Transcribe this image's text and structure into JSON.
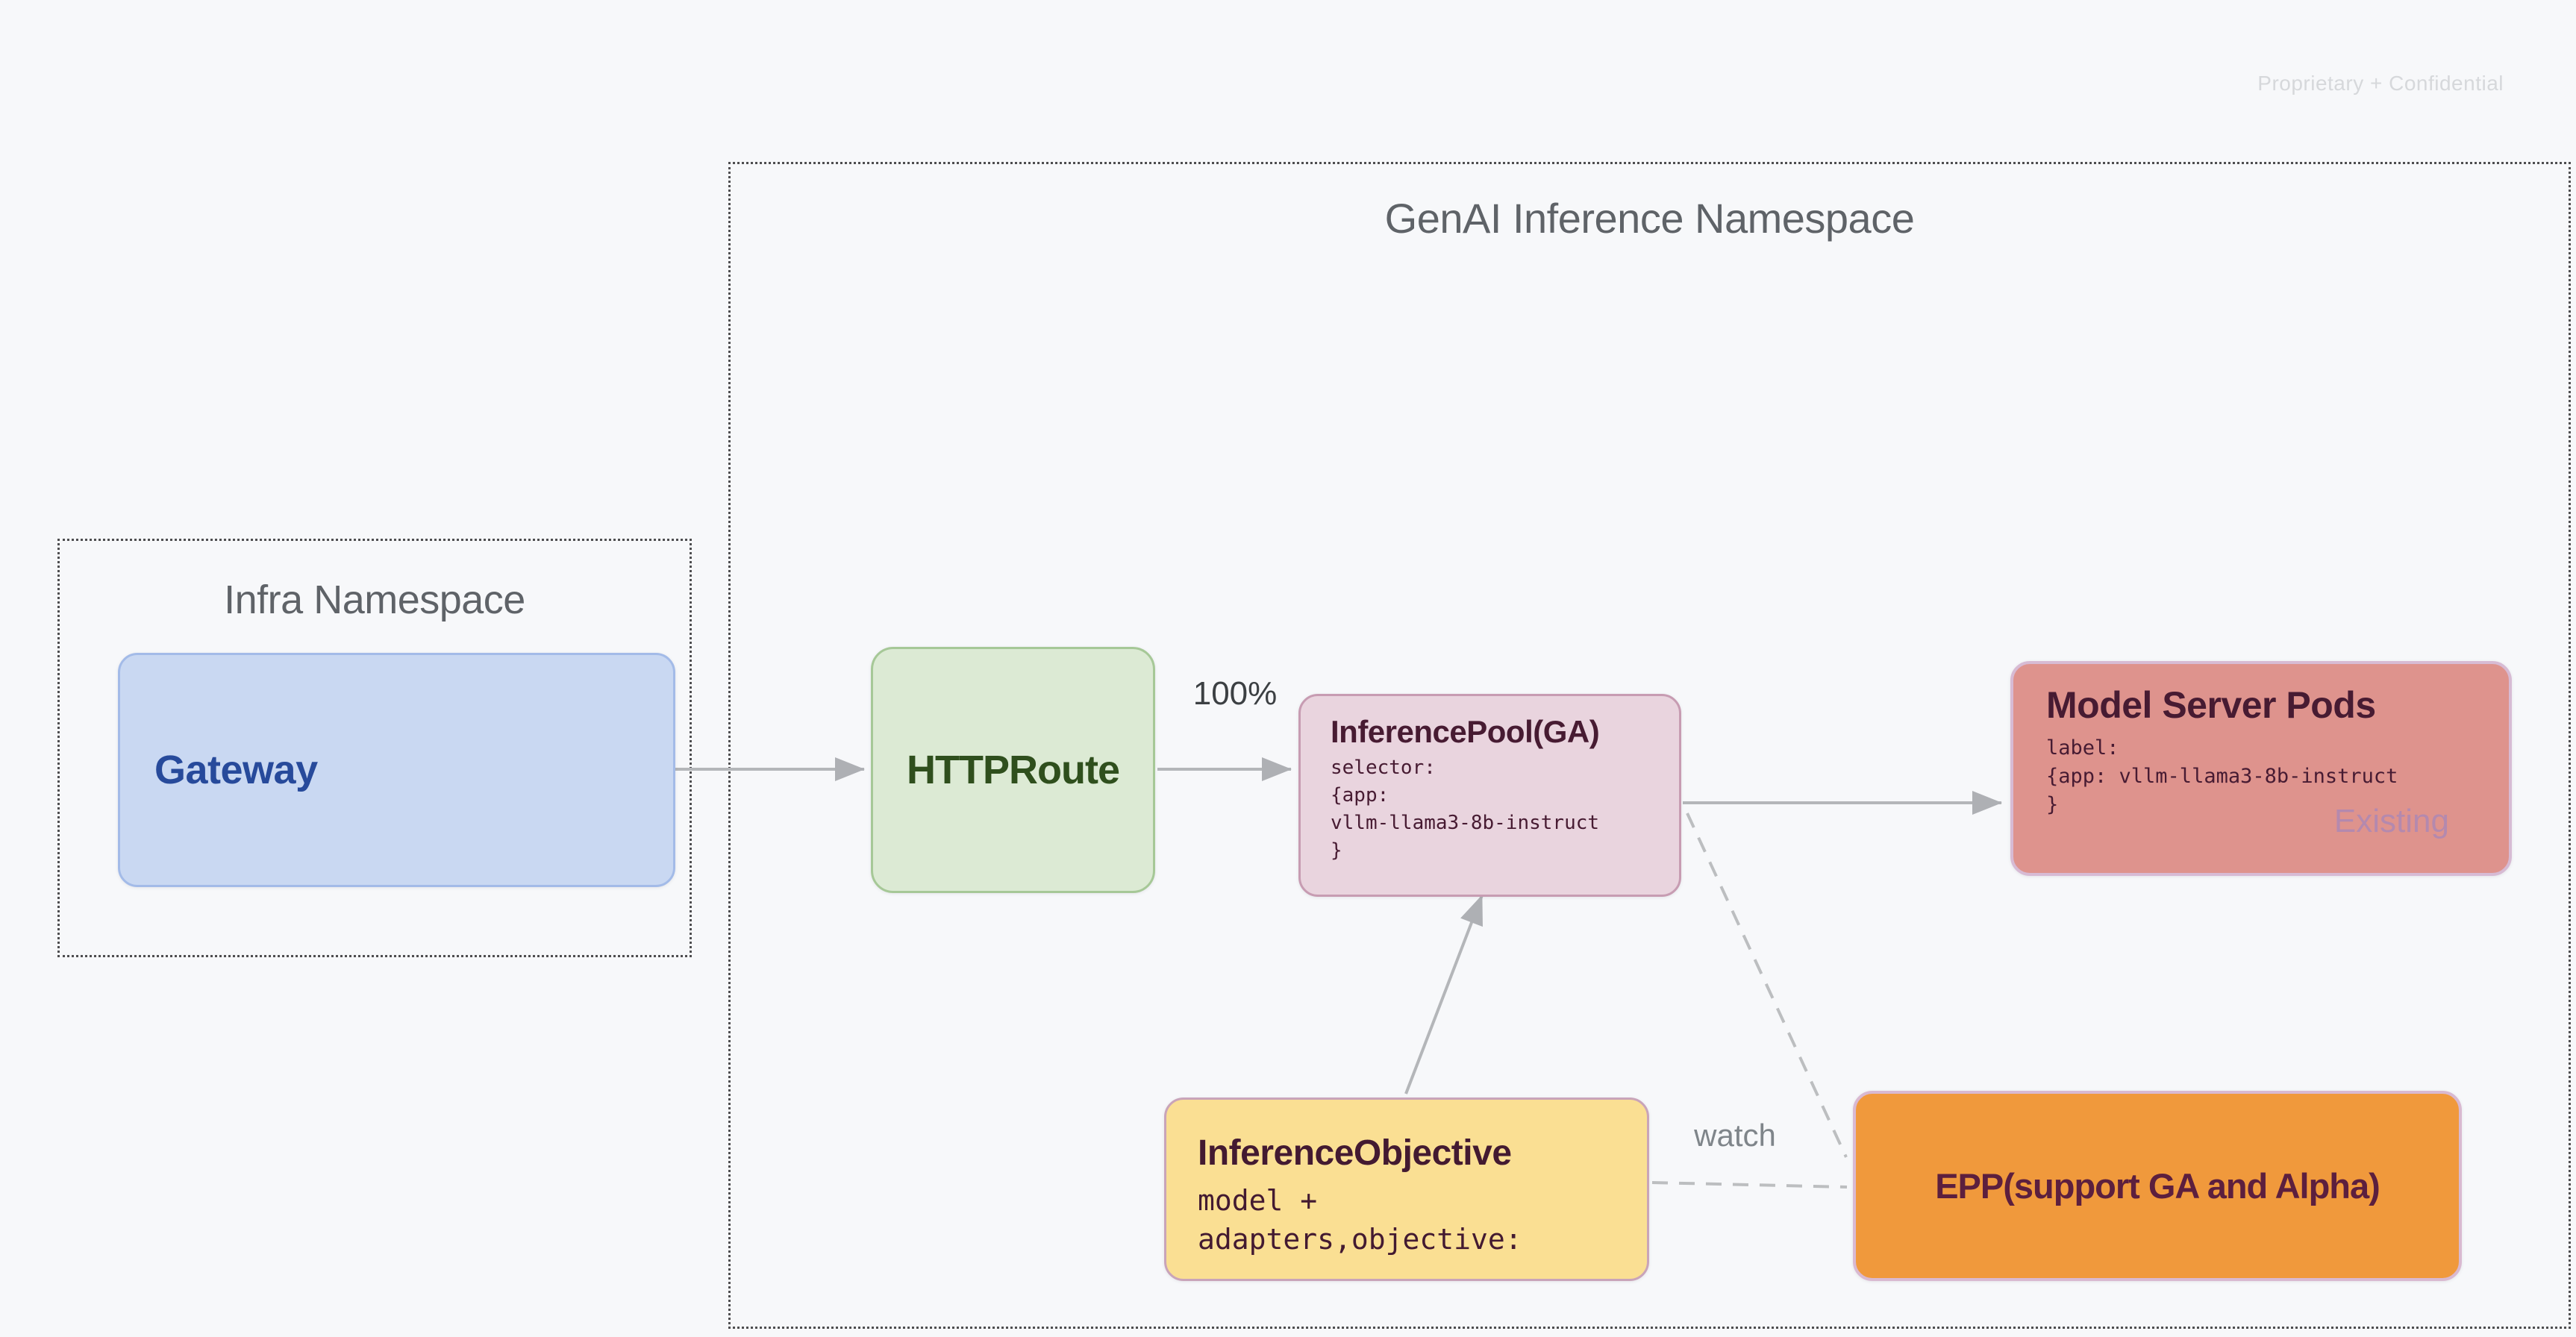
{
  "watermark": "Proprietary + Confidential",
  "genai_namespace": {
    "title": "GenAI Inference Namespace"
  },
  "infra_namespace": {
    "title": "Infra Namespace"
  },
  "nodes": {
    "gateway": {
      "label": "Gateway"
    },
    "httproute": {
      "label": "HTTPRoute"
    },
    "inference_pool": {
      "title": "InferencePool(GA)",
      "code": "selector:\n{app:\nvllm-llama3-8b-instruct\n}"
    },
    "model_server_pods": {
      "title": "Model Server Pods",
      "code": "label:\n{app: vllm-llama3-8b-instruct\n}",
      "badge": "Existing"
    },
    "inference_objective": {
      "title": "InferenceObjective",
      "code": "model +\nadapters,objective:"
    },
    "epp": {
      "label": "EPP(support GA and Alpha)"
    }
  },
  "edges": {
    "httproute_to_pool_label": "100%",
    "pool_to_epp_label": "watch"
  },
  "colors": {
    "background": "#f7f8fa",
    "namespace_border": "#4e4e50",
    "namespace_title": "#5f6368",
    "gateway_fill": "#c9d8f2",
    "gateway_text": "#274a9b",
    "httproute_fill": "#dcead4",
    "httproute_text": "#2f4f1d",
    "inference_pool_fill": "#e9d4de",
    "model_server_pods_fill": "#de938d",
    "inference_objective_fill": "#fadf93",
    "epp_fill": "#f0993c",
    "dark_maroon_text": "#471b32",
    "existing_badge_text": "#b489ae",
    "arrow": "#b4b6b9",
    "watermark_text": "#d6d8db"
  }
}
